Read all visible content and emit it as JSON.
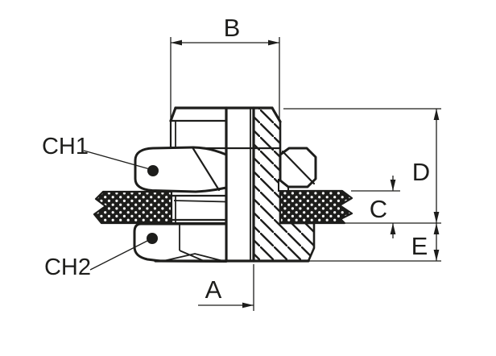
{
  "drawing": {
    "background_color": "#ffffff",
    "line_color": "#1d1d1b",
    "dimension_labels": {
      "a": "A",
      "b": "B",
      "c": "C",
      "d": "D",
      "e": "E"
    },
    "wrench_callouts": {
      "ch1": "CH1",
      "ch2": "CH2"
    }
  }
}
